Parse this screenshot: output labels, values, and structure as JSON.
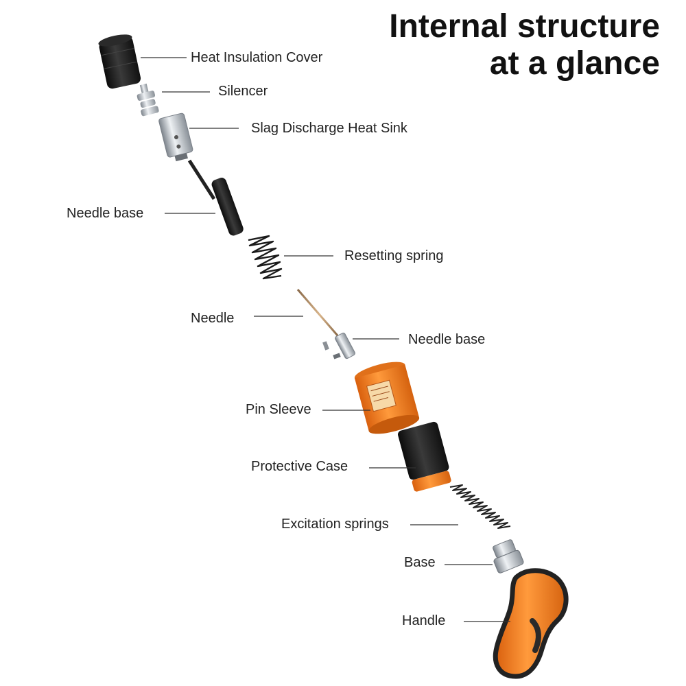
{
  "title": {
    "line1": "Internal structure",
    "line2": "at a glance"
  },
  "labels": {
    "heat_insulation_cover": "Heat Insulation Cover",
    "silencer": "Silencer",
    "slag_discharge_heat_sink": "Slag Discharge Heat Sink",
    "needle_base_upper": "Needle base",
    "resetting_spring": "Resetting spring",
    "needle": "Needle",
    "needle_base_lower": "Needle base",
    "pin_sleeve": "Pin Sleeve",
    "protective_case": "Protective Case",
    "excitation_springs": "Excitation springs",
    "base": "Base",
    "handle": "Handle"
  },
  "colors": {
    "orange": "#f07a1e",
    "black": "#1c1c1c",
    "metal": "#b9bec4",
    "leader": "#333333"
  }
}
